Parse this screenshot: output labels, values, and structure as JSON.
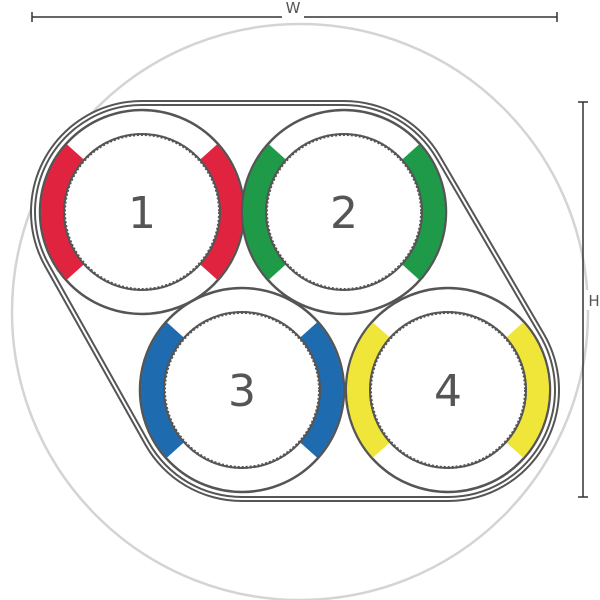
{
  "dimensions": {
    "width_label": "W",
    "height_label": "H"
  },
  "conductors": [
    {
      "label": "1",
      "color": "#e0243f"
    },
    {
      "label": "2",
      "color": "#1f9a48"
    },
    {
      "label": "3",
      "color": "#1e6bb0"
    },
    {
      "label": "4",
      "color": "#f0e63a"
    }
  ],
  "colors": {
    "line": "#555555",
    "sheath": "#d4d4d4"
  }
}
